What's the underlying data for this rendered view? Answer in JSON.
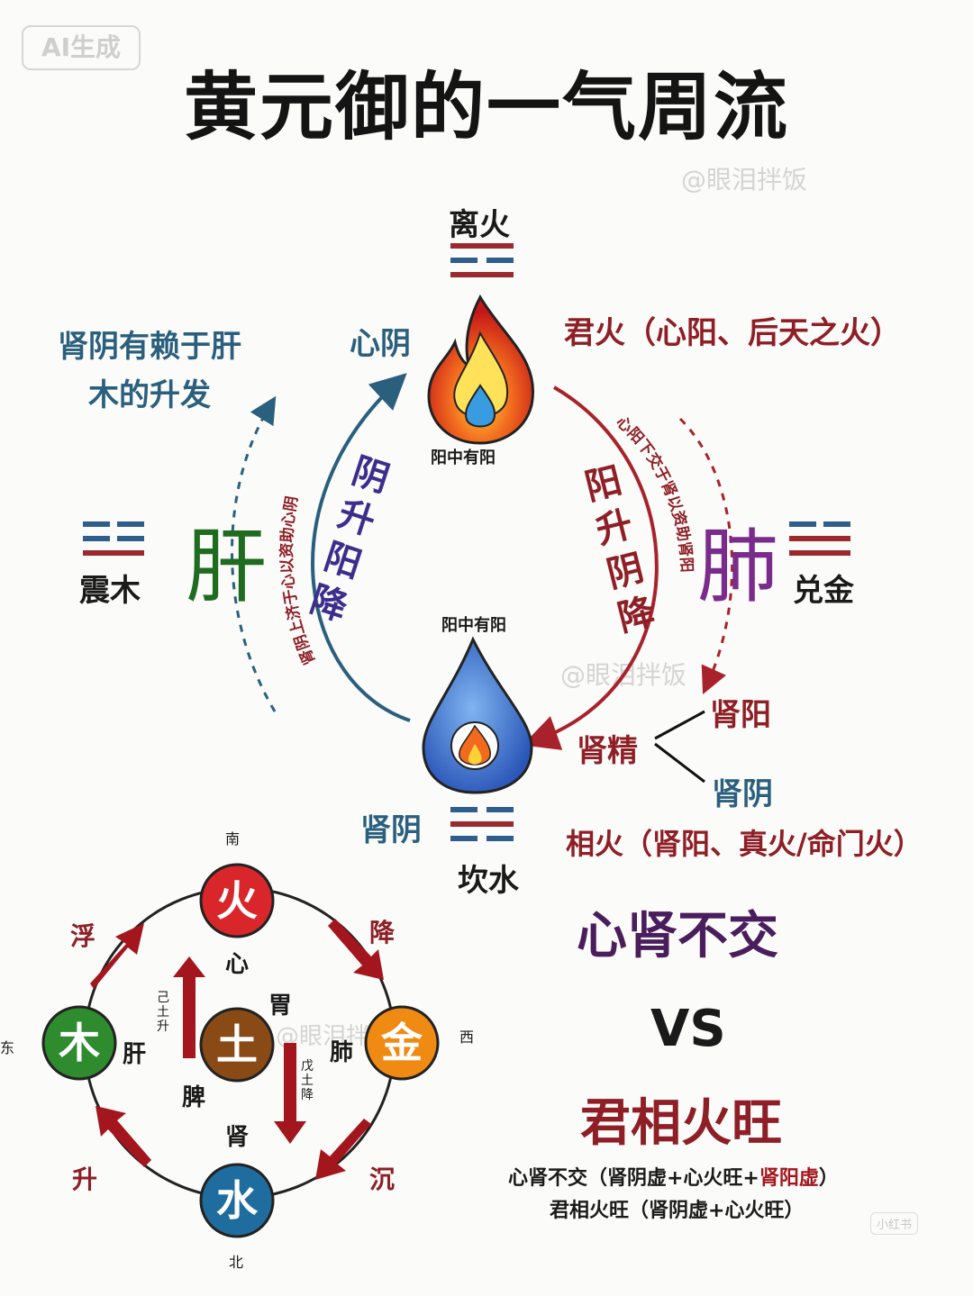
{
  "badge": "AI生成",
  "title": "黄元御的一气周流",
  "watermark": "@眼泪拌饭",
  "top": {
    "li_huo": "离火",
    "xin_yin": "心阴",
    "jun_huo": "君火（心阳、后天之火）",
    "yang_zhong_you_yang_top": "阳中有阳",
    "yang_zhong_you_yang_bottom": "阳中有阳",
    "shen_yin_lai": [
      "肾阴有赖于肝",
      "木的升发"
    ],
    "gan": "肝",
    "fei": "肺",
    "zhen_mu": "震木",
    "dui_jin": "兑金",
    "yin_sheng_yang_jiang": "阴升阳降",
    "yang_sheng_yin_jiang": "阳升阴降",
    "left_arc_text": "肾阴上济于心以资助心阴",
    "right_arc_text": "心阳下交于肾以资助肾阳",
    "shen_yang": "肾阳",
    "shen_jing": "肾精",
    "shen_yin_right": "肾阴",
    "shen_yin_bottom": "肾阴",
    "kan_shui": "坎水",
    "xiang_huo": "相火（肾阳、真火/命门火）"
  },
  "bottom": {
    "nan": "南",
    "bei": "北",
    "dong": "东",
    "xi": "西",
    "huo": "火",
    "jin": "金",
    "mu": "木",
    "shui": "水",
    "tu": "土",
    "xin": "心",
    "wei": "胃",
    "gan": "肝",
    "fei": "肺",
    "pi": "脾",
    "shen": "肾",
    "fu": "浮",
    "jiang": "降",
    "sheng": "升",
    "chen": "沉",
    "ji_tu_sheng": "己土升",
    "wu_tu_jiang": "戊土降"
  },
  "right": {
    "xin_shen_bu_jiao": "心肾不交",
    "vs": "VS",
    "jun_xiang_huo_wang": "君相火旺",
    "line1_a": "心肾不交（肾阴虚+心火旺+",
    "line1_b": "肾阳虚",
    "line1_c": "）",
    "line2": "君相火旺（肾阴虚+心火旺）",
    "corner_tag": "小红书"
  },
  "colors": {
    "teal": "#2a5f7e",
    "red": "#8e1f26",
    "green": "#1f6b1f",
    "purple": "#7a2c8c",
    "huo": "#d8262a",
    "jin": "#ef8a12",
    "mu": "#2e8b2e",
    "shui": "#1f6d9e",
    "tu": "#8a4a16"
  }
}
